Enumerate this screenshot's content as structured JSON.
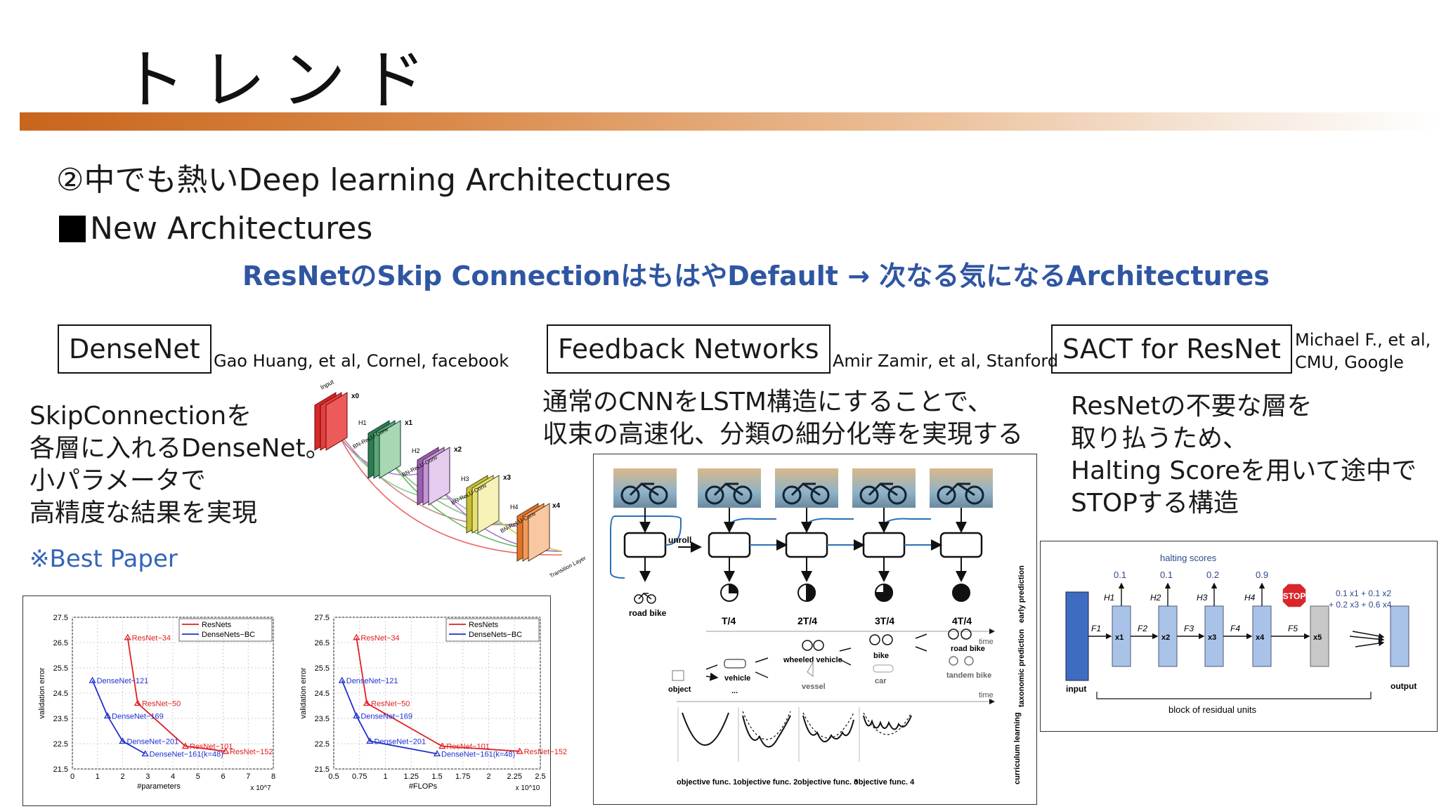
{
  "slide": {
    "title": "トレンド",
    "subtitle": "②中でも熱いDeep learning Architectures",
    "section": "New Architectures",
    "tagline": "ResNetのSkip ConnectionはもはやDefault → 次なる気になるArchitectures"
  },
  "densenet": {
    "label": "DenseNet",
    "authors": "Gao Huang, et al, Cornel, facebook",
    "desc": [
      "SkipConnectionを",
      "各層に入れるDenseNet。",
      "小パラメータで",
      "高精度な結果を実現"
    ],
    "note": "※Best Paper",
    "block_labels": [
      "Input",
      "x0",
      "H1",
      "x1",
      "BN-ReLU-Conv",
      "H2",
      "x2",
      "BN-ReLU-Conv",
      "H3",
      "x3",
      "BN-ReLU-Conv",
      "H4",
      "x4",
      "BN-ReLU-Conv",
      "Transition Layer"
    ]
  },
  "feedback": {
    "label": "Feedback Networks",
    "authors": "Amir Zamir, et al, Stanford",
    "desc": [
      "通常のCNNをLSTM構造にすることで、",
      "収束の高速化、分類の細分化等を実現する"
    ],
    "unroll": "unroll",
    "first_label": "road bike",
    "steps": [
      "T/4",
      "2T/4",
      "3T/4",
      "4T/4"
    ],
    "time": "time",
    "side_early": "early prediction",
    "side_tax": "taxonomic prediction",
    "side_curr": "curriculum learning",
    "tax_labels": [
      "object",
      "vehicle",
      "wheeled vehicle",
      "vessel",
      "bike",
      "car",
      "road bike",
      "tandem bike",
      "..."
    ],
    "objectives": [
      "objective func. 1",
      "objective func. 2",
      "objective func. 3",
      "objective func. 4"
    ]
  },
  "sact": {
    "label": "SACT for ResNet",
    "authors": [
      "Michael F., et al,",
      "CMU, Google"
    ],
    "desc": [
      "ResNetの不要な層を",
      "取り払うため、",
      "Halting Scoreを用いて途中で",
      "STOPする構造"
    ],
    "halting_title": "halting scores",
    "scores": [
      "0.1",
      "0.1",
      "0.2",
      "0.9"
    ],
    "H": [
      "H1",
      "H2",
      "H3",
      "H4"
    ],
    "F": [
      "F1",
      "F2",
      "F3",
      "F4",
      "F5"
    ],
    "x": [
      "x1",
      "x2",
      "x3",
      "x4",
      "x5"
    ],
    "stop": "STOP",
    "formula1": "0.1 x1 + 0.1 x2",
    "formula2": "+ 0.2 x3 + 0.6 x4",
    "input": "input",
    "output": "output",
    "block": "block of residual units"
  },
  "chart_data": [
    {
      "type": "line",
      "xlabel": "#parameters",
      "ylabel": "validation error",
      "x_multiplier": "x 10^7",
      "xlim": [
        0,
        8
      ],
      "ylim": [
        21.5,
        27.5
      ],
      "xticks": [
        "0",
        "1",
        "2",
        "3",
        "4",
        "5",
        "6",
        "7",
        "8"
      ],
      "yticks": [
        "21.5",
        "22.5",
        "23.5",
        "24.5",
        "25.5",
        "26.5",
        "27.5"
      ],
      "legend": "top-right",
      "series": [
        {
          "name": "ResNets",
          "color": "#e02020",
          "points": [
            [
              2.2,
              26.7
            ],
            [
              2.6,
              24.1
            ],
            [
              4.5,
              22.4
            ],
            [
              6.1,
              22.2
            ]
          ],
          "labels": [
            "ResNet−34",
            "ResNet−50",
            "ResNet−101",
            "ResNet−152"
          ]
        },
        {
          "name": "DenseNets−BC",
          "color": "#2030d0",
          "points": [
            [
              0.8,
              25.0
            ],
            [
              1.4,
              23.6
            ],
            [
              2.0,
              22.6
            ],
            [
              2.9,
              22.1
            ]
          ],
          "labels": [
            "DenseNet−121",
            "DenseNet−169",
            "DenseNet−201",
            "DenseNet−161(k=48)"
          ]
        }
      ]
    },
    {
      "type": "line",
      "xlabel": "#FLOPs",
      "ylabel": "validation error",
      "x_multiplier": "x 10^10",
      "xlim": [
        0.5,
        2.5
      ],
      "ylim": [
        21.5,
        27.5
      ],
      "xticks": [
        "0.5",
        "0.75",
        "1",
        "1.25",
        "1.5",
        "1.75",
        "2",
        "2.25",
        "2.5"
      ],
      "yticks": [
        "21.5",
        "22.5",
        "23.5",
        "24.5",
        "25.5",
        "26.5",
        "27.5"
      ],
      "legend": "top-right",
      "series": [
        {
          "name": "ResNets",
          "color": "#e02020",
          "points": [
            [
              0.72,
              26.7
            ],
            [
              0.82,
              24.1
            ],
            [
              1.55,
              22.4
            ],
            [
              2.3,
              22.2
            ]
          ],
          "labels": [
            "ResNet−34",
            "ResNet−50",
            "ResNet−101",
            "ResNet−152"
          ]
        },
        {
          "name": "DenseNets−BC",
          "color": "#2030d0",
          "points": [
            [
              0.58,
              25.0
            ],
            [
              0.72,
              23.6
            ],
            [
              0.85,
              22.6
            ],
            [
              1.5,
              22.1
            ]
          ],
          "labels": [
            "DenseNet−121",
            "DenseNet−169",
            "DenseNet−201",
            "DenseNet−161(k=48)"
          ]
        }
      ]
    }
  ]
}
